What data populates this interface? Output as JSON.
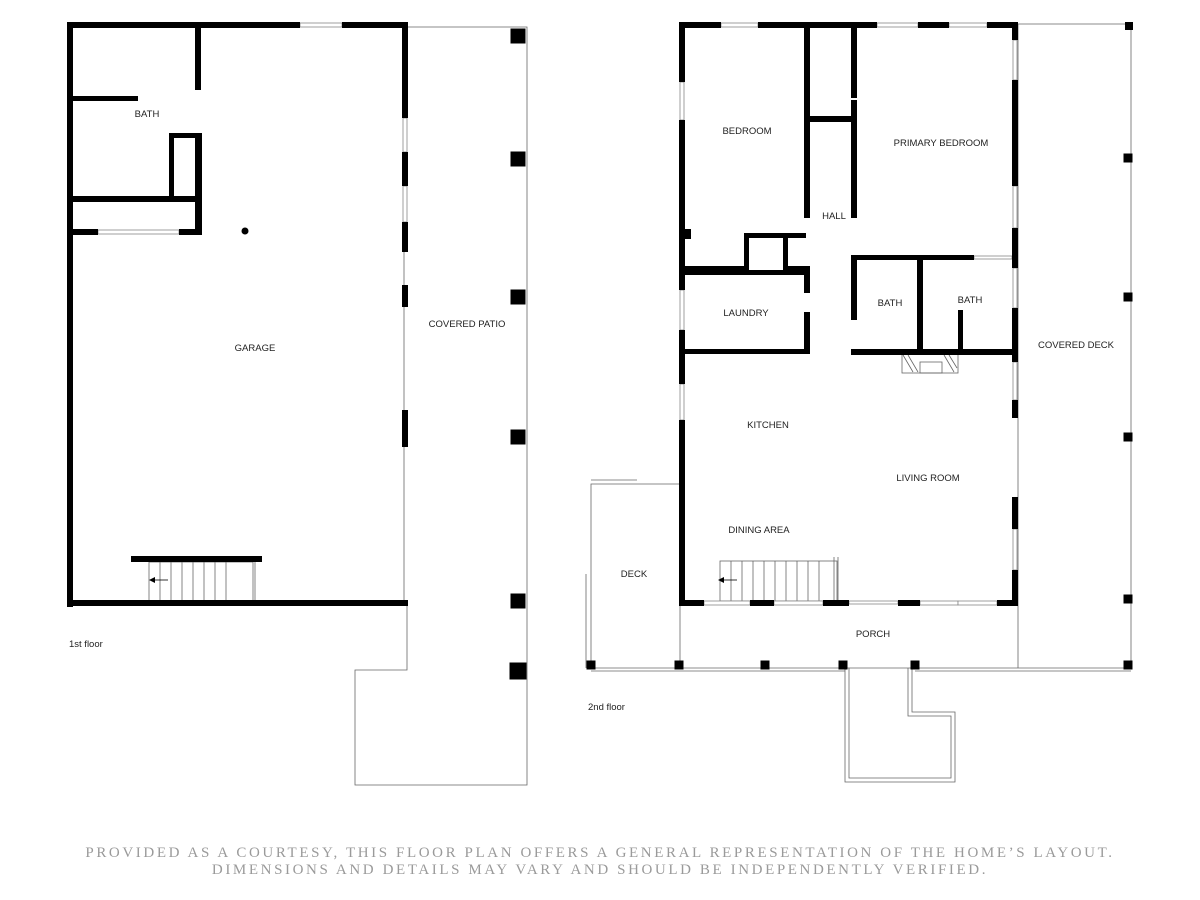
{
  "floor1": {
    "label": "1st floor",
    "rooms": {
      "bath": "BATH",
      "garage": "GARAGE",
      "covered_patio": "COVERED PATIO"
    }
  },
  "floor2": {
    "label": "2nd floor",
    "rooms": {
      "bedroom": "BEDROOM",
      "hall": "HALL",
      "primary_bedroom": "PRIMARY BEDROOM",
      "laundry": "LAUNDRY",
      "bath_1": "BATH",
      "bath_2": "BATH",
      "covered_deck": "COVERED DECK",
      "kitchen": "KITCHEN",
      "living_room": "LIVING ROOM",
      "dining_area": "DINING AREA",
      "deck": "DECK",
      "porch": "PORCH"
    }
  },
  "disclaimer": {
    "line1": "PROVIDED AS A COURTESY, THIS FLOOR PLAN OFFERS A GENERAL REPRESENTATION OF THE HOME’S LAYOUT.",
    "line2": "DIMENSIONS AND DETAILS MAY VARY AND SHOULD BE INDEPENDENTLY VERIFIED."
  },
  "colors": {
    "wall": "#000000",
    "thin_line": "#666666",
    "window": "#888888",
    "label": "#222222",
    "disclaimer": "#9a9a9a"
  }
}
